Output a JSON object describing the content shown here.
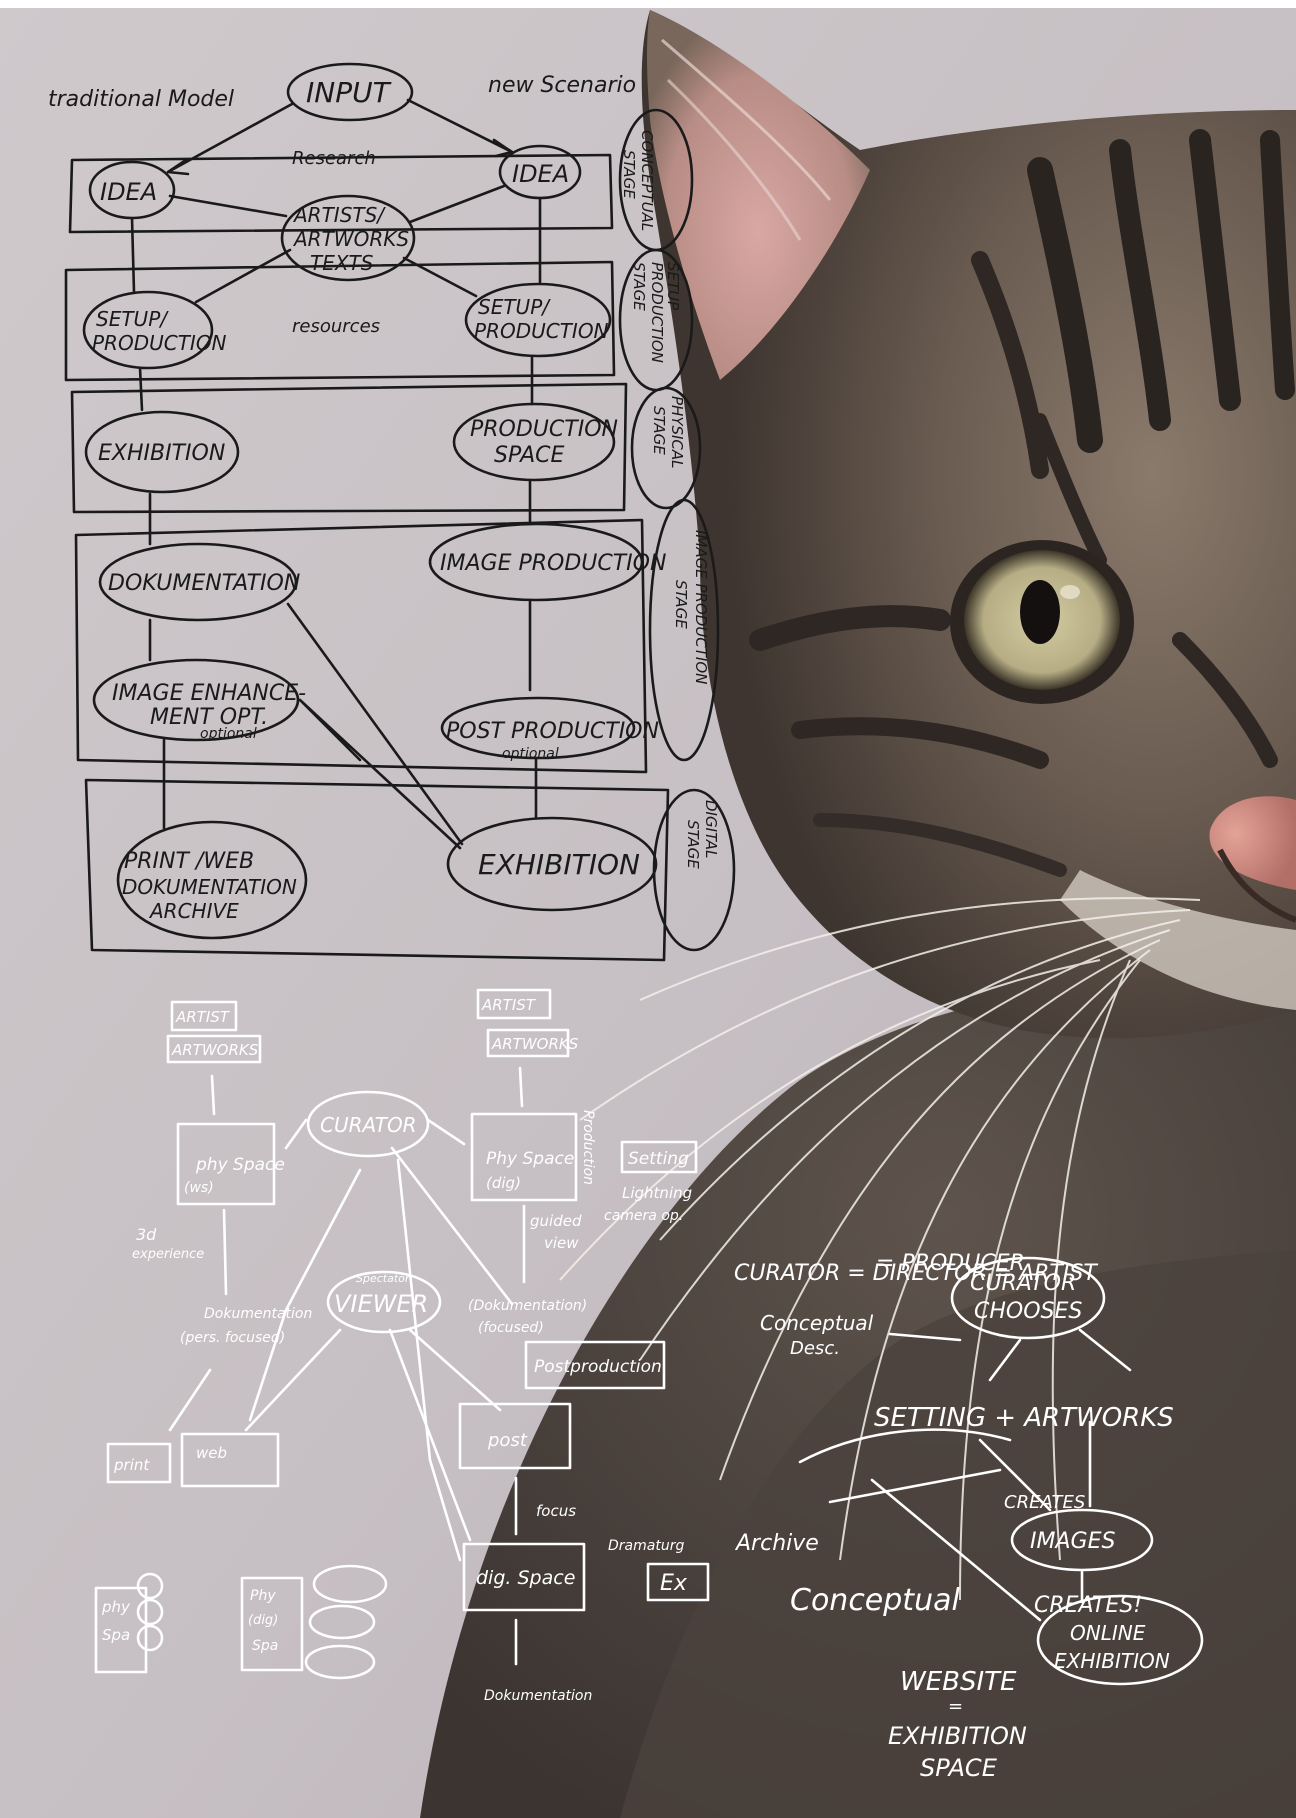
{
  "sketch": {
    "top": {
      "traditional_model": "traditional Model",
      "new_scenario": "new Scenario",
      "input": "INPUT",
      "idea_left": "IDEA",
      "idea_right": "IDEA",
      "research_note": "Research",
      "artists_box": [
        "ARTISTS/",
        "ARTWORKS",
        "TEXTS"
      ],
      "resources_note": "resources",
      "setup_left": [
        "SETUP/",
        "PRODUCTION"
      ],
      "setup_right": [
        "SETUP/",
        "PRODUCTION"
      ],
      "exhibition_left": "EXHIBITION",
      "production_space": [
        "PRODUCTION",
        "SPACE"
      ],
      "documentation": "DOKUMENTATION",
      "image_production": "IMAGE PRODUCTION",
      "image_enhance": [
        "IMAGE ENHANCE-",
        "MENT OPT."
      ],
      "optional_1": "optional",
      "post_production": "POST PRODUCTION",
      "optional_2": "optional",
      "print_web": [
        "PRINT /WEB",
        "DOKUMENTATION",
        "ARCHIVE"
      ],
      "exhibition_right": "EXHIBITION",
      "stage_conceptual": [
        "CONCEPTUAL",
        "STAGE"
      ],
      "stage_setup": [
        "SETUP",
        "PRODUCTION",
        "STAGE"
      ],
      "stage_physical": [
        "PHYSICAL",
        "STAGE"
      ],
      "stage_image": [
        "IMAGE PRODUCTION",
        "STAGE"
      ],
      "stage_digital": [
        "DIGITAL",
        "STAGE"
      ]
    },
    "bottom": {
      "artist_left": "ARTIST",
      "artworks_left": "ARTWORKS",
      "artist_right": "ARTIST",
      "artworks_right": "ARTWORKS",
      "curator": "CURATOR",
      "phy_space_left": [
        "phy Space",
        "(ws)"
      ],
      "phy_space_right": [
        "Phy Space",
        "(dig)"
      ],
      "production_side": "Production",
      "setting": "Setting",
      "lightning": [
        "Lightning",
        "camera op."
      ],
      "experience": [
        "3d",
        "experience"
      ],
      "guided_view": [
        "guided",
        "view"
      ],
      "spectator": "Spectator",
      "viewer": "VIEWER",
      "doc_left": [
        "Dokumentation",
        "(pers. focused)"
      ],
      "doc_right": [
        "(Dokumentation)",
        "(focused)"
      ],
      "postproduction": "Postproduction",
      "print": "print",
      "web": "web",
      "post": "post",
      "focus": "focus",
      "dig_space": "dig. Space",
      "dramaturg": "Dramaturg",
      "ex": "Ex",
      "documentation_bottom": "Dokumentation",
      "phy_spa": [
        "phy",
        "Spa"
      ],
      "phy_dig_spa": [
        "Phy",
        "(dig)",
        "Spa"
      ]
    },
    "right": {
      "eq1": "CURATOR = DIRECTOR = ARTIST",
      "eq2": "= PRODUCER",
      "curator_chooses": [
        "CURATOR",
        "CHOOSES"
      ],
      "conceptual_desc": [
        "Conceptual",
        "Desc."
      ],
      "setting_artworks": "SETTING + ARTWORKS",
      "creates": "CREATES",
      "images": "IMAGES",
      "archive": "Archive",
      "conceptual": "Conceptual",
      "creates2": "CREATES!",
      "online_exhibition": [
        "ONLINE",
        "EXHIBITION"
      ],
      "website": "WEBSITE",
      "equals": "=",
      "exhibition_space": [
        "EXHIBITION",
        "SPACE"
      ]
    }
  }
}
